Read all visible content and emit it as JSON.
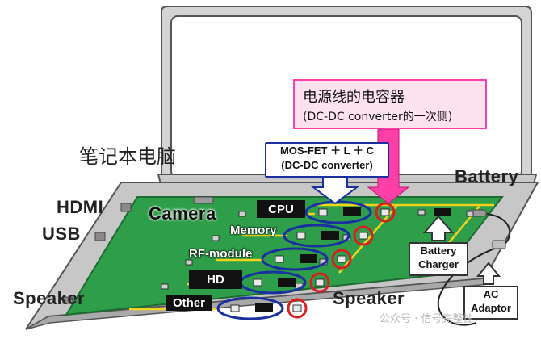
{
  "laptop_label": "笔记本电脑",
  "ports": {
    "hdmi": "HDMI",
    "usb": "USB",
    "battery": "Battery",
    "speaker_left": "Speaker",
    "speaker_right": "Speaker"
  },
  "board": {
    "camera": "Camera",
    "memory": "Memory",
    "rf_module": "RF-module",
    "other": "Other"
  },
  "chips": {
    "cpu": "CPU",
    "hd": "HD"
  },
  "callouts": {
    "dcdc_line1": "MOS-FET ＋ L ＋ C",
    "dcdc_line2": "(DC-DC converter)",
    "capacitor_title": "电源线的电容器",
    "capacitor_sub": "(DC-DC converter的一次侧)",
    "battery_charger_line1": "Battery",
    "battery_charger_line2": "Charger",
    "ac_adaptor_line1": "AC",
    "ac_adaptor_line2": "Adaptor"
  },
  "watermark": "公众号 · 信号完整性",
  "colors": {
    "board_green": "#2e9e4a",
    "highlight_blue": "#1a2fa0",
    "highlight_red": "#d81e1e",
    "callout_pink": "#ff3fa8",
    "trace_yellow": "#f2d31c"
  }
}
